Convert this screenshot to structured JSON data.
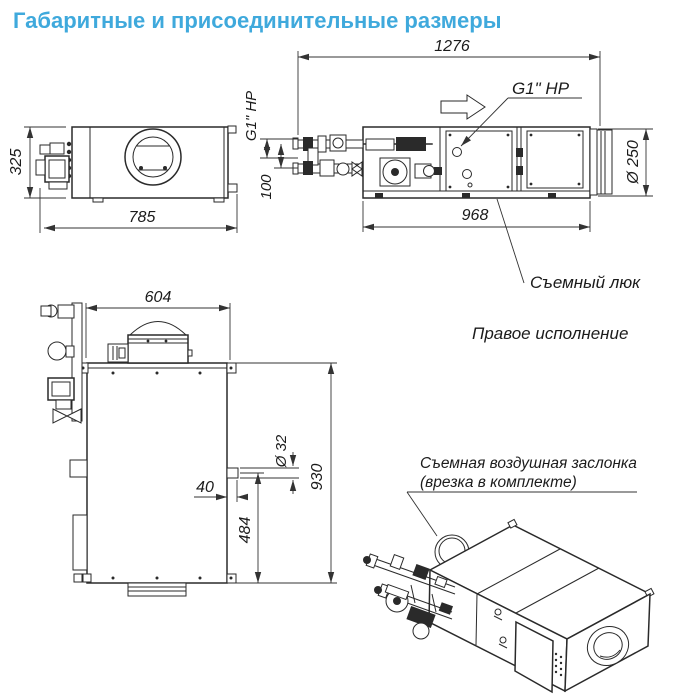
{
  "title": "Габаритные и присоединительные размеры",
  "colors": {
    "accent": "#3fa9dc",
    "line": "#2a2a2a"
  },
  "side_view": {
    "height": "325",
    "width": "785"
  },
  "front_view": {
    "overall_length": "1276",
    "body_length": "968",
    "duct_diameter": "Ø 250",
    "thread_top_label": "G1\" НР",
    "thread_side_label": "G1\" НР",
    "pipe_spacing": "100",
    "hatch_label": "Съемный люк"
  },
  "top_view": {
    "width": "604",
    "depth": "930",
    "drain_offset": "484",
    "drain_edge_offset": "40",
    "drain_diameter": "Ø 32"
  },
  "variant_label": "Правое исполнение",
  "iso_view": {
    "damper_label_line1": "Съемная воздушная заслонка",
    "damper_label_line2": "(врезка в комплекте)"
  }
}
